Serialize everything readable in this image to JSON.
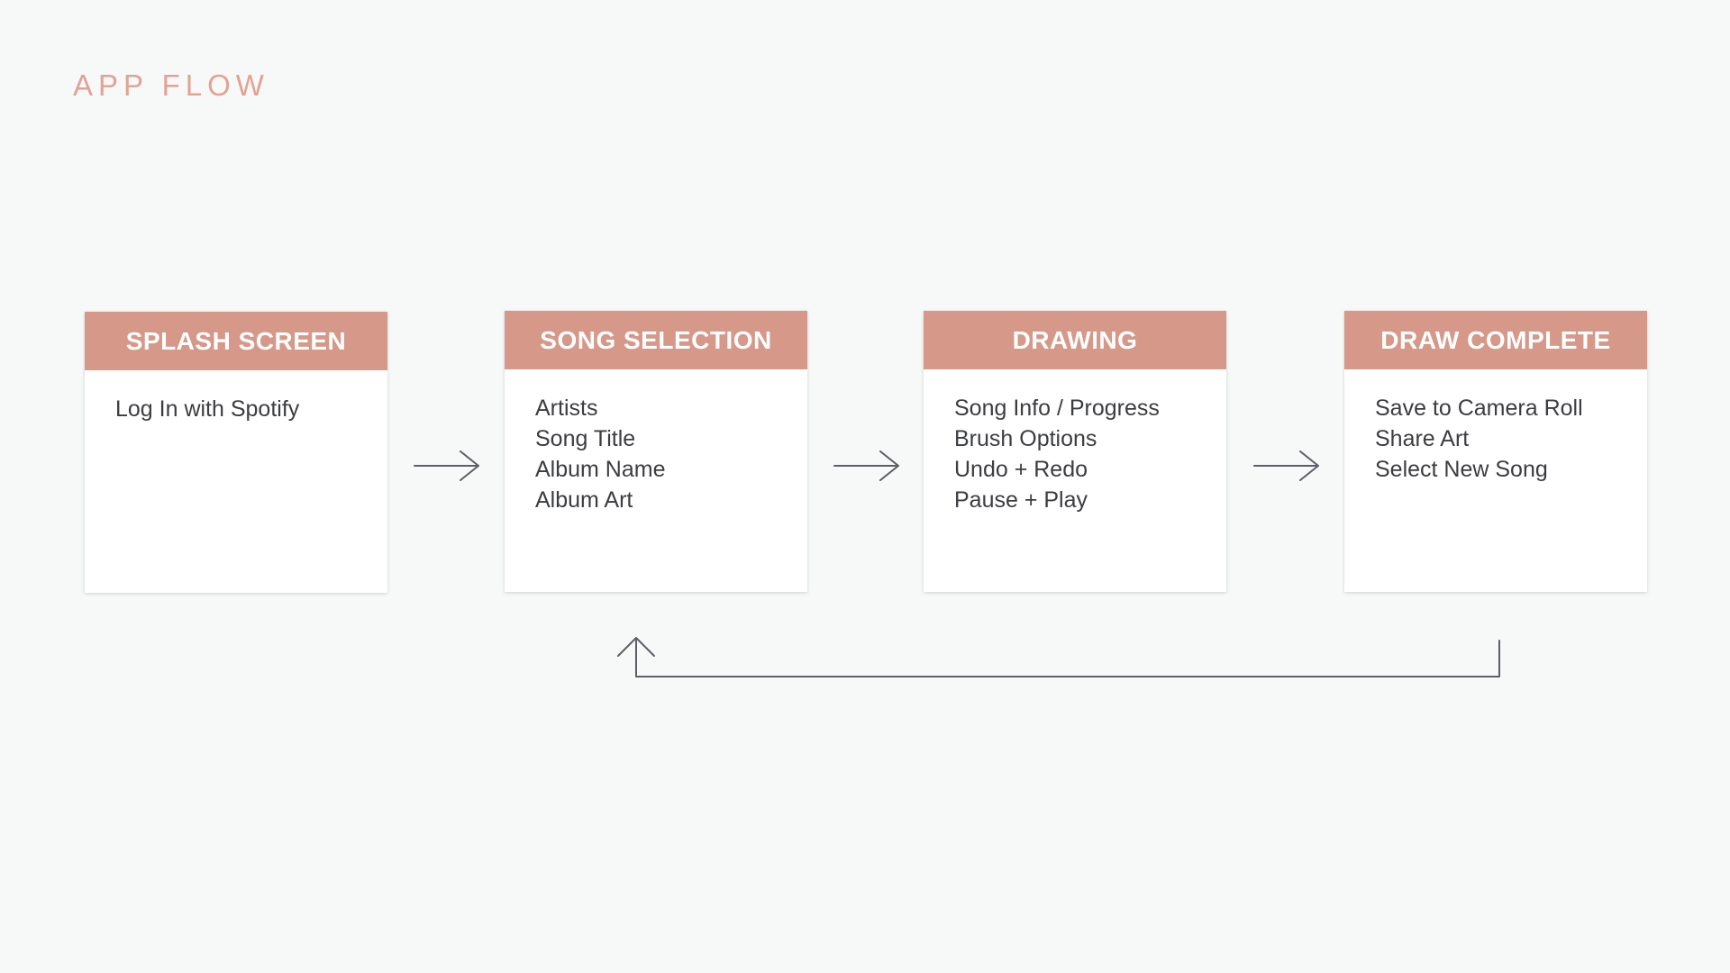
{
  "title": "APP FLOW",
  "colors": {
    "background": "#f7f9f9",
    "title": "#e2a394",
    "header": "#d59889",
    "connector": "#5b5f66"
  },
  "steps": [
    {
      "title": "SPLASH SCREEN",
      "items": [
        "Log In with Spotify"
      ]
    },
    {
      "title": "SONG SELECTION",
      "items": [
        "Artists",
        "Song Title",
        "Album Name",
        "Album Art"
      ]
    },
    {
      "title": "DRAWING",
      "items": [
        "Song Info / Progress",
        "Brush Options",
        "Undo + Redo",
        "Pause + Play"
      ]
    },
    {
      "title": "DRAW COMPLETE",
      "items": [
        "Save to Camera Roll",
        "Share Art",
        "Select New Song"
      ]
    }
  ],
  "connectors": [
    {
      "from": "SPLASH SCREEN",
      "to": "SONG SELECTION"
    },
    {
      "from": "SONG SELECTION",
      "to": "DRAWING"
    },
    {
      "from": "DRAWING",
      "to": "DRAW COMPLETE"
    },
    {
      "from": "DRAW COMPLETE",
      "to": "SONG SELECTION"
    }
  ]
}
